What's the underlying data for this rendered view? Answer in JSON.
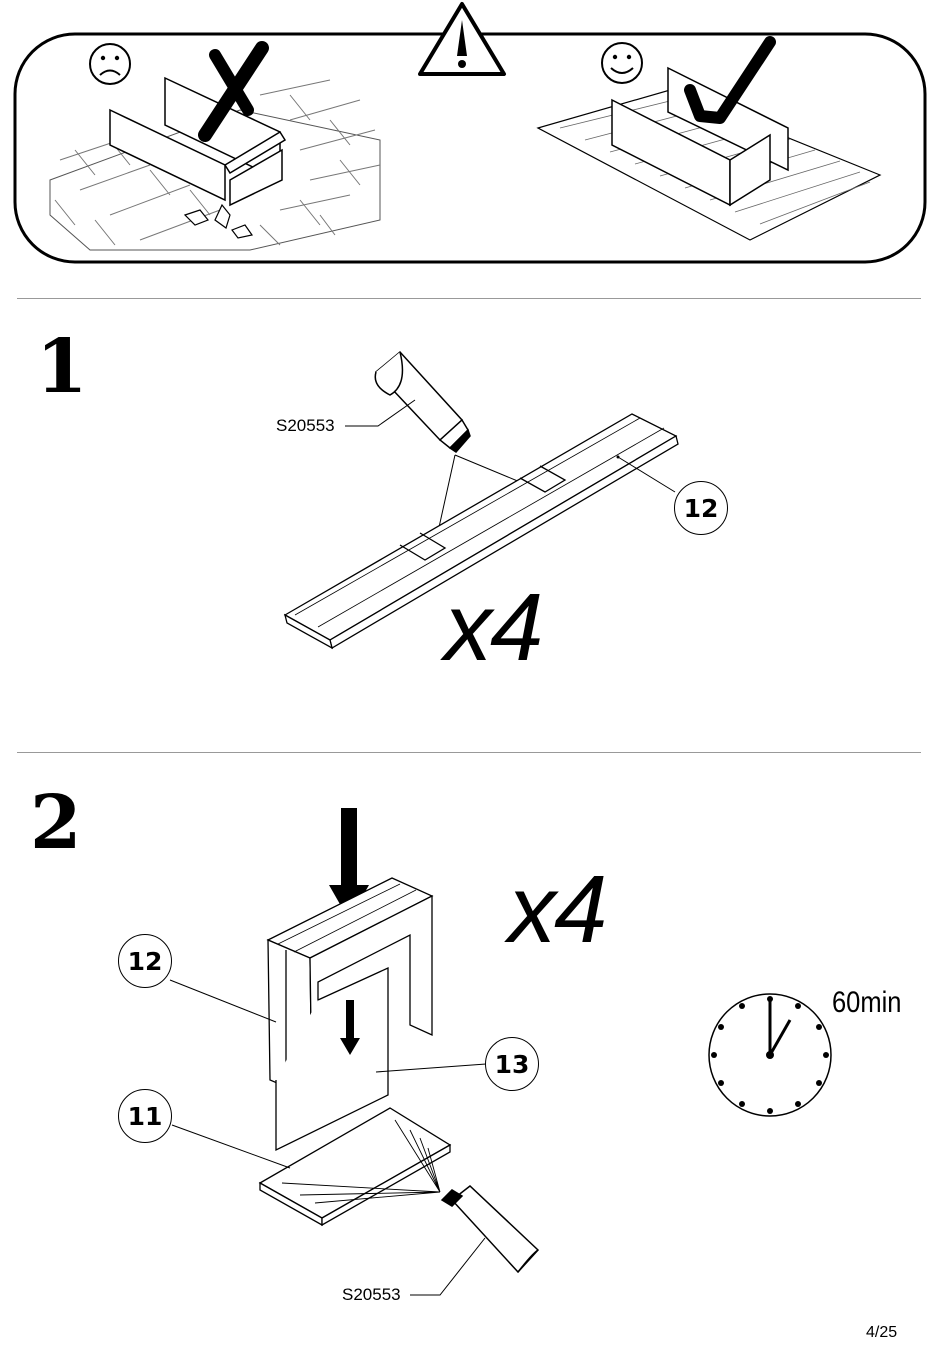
{
  "warning_panel": {
    "icons": [
      "warning-triangle-icon",
      "sad-face-icon",
      "smiley-face-icon",
      "cross-mark-icon",
      "check-mark-icon"
    ]
  },
  "step1": {
    "number": "1",
    "glue_code": "S20553",
    "part": "12",
    "quantity": "x4"
  },
  "step2": {
    "number": "2",
    "glue_code": "S20553",
    "parts": {
      "top": "12",
      "middle": "13",
      "bottom": "11"
    },
    "quantity": "x4",
    "drying_time": "60min"
  },
  "footer": {
    "page": "4/25"
  }
}
